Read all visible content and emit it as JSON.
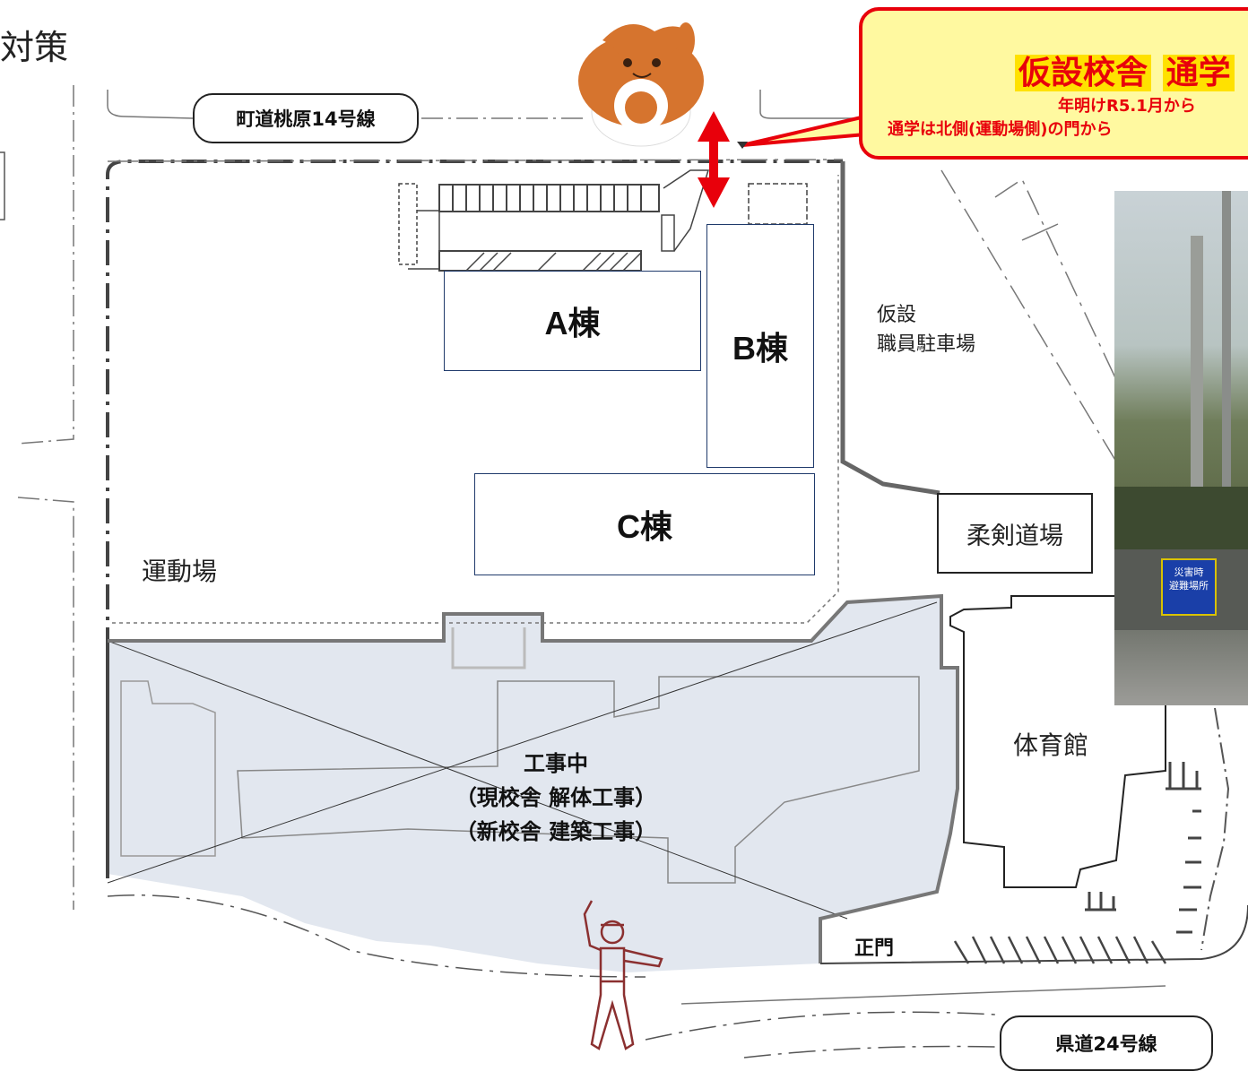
{
  "header": {
    "partial_title": "対策"
  },
  "roads": {
    "north_road": "町道桃原14号線",
    "prefectural_road": "県道24号線"
  },
  "callout": {
    "title_part1": "仮設校舎",
    "title_part2": "通学",
    "line1": "年明けR5.1月から",
    "line2": "通学は北側(運動場側)の門から"
  },
  "buildings": {
    "a": "A棟",
    "b": "B棟",
    "c": "C棟",
    "judo_hall": "柔剣道場",
    "gym": "体育館"
  },
  "areas": {
    "sports_ground": "運動場",
    "temp_parking_line1": "仮設",
    "temp_parking_line2": "職員駐車場"
  },
  "construction": {
    "line1": "工事中",
    "line2": "（現校舎 解体工事）",
    "line3": "（新校舎 建築工事）"
  },
  "gates": {
    "main_gate": "正門"
  },
  "photo": {
    "sign_text_line1": "災害時",
    "sign_text_line2": "避難場所"
  },
  "colors": {
    "alert_red": "#e8000b",
    "callout_bg": "#fff9a0",
    "construction_fill": "#dde3ec",
    "building_border": "#1f3a6b"
  }
}
